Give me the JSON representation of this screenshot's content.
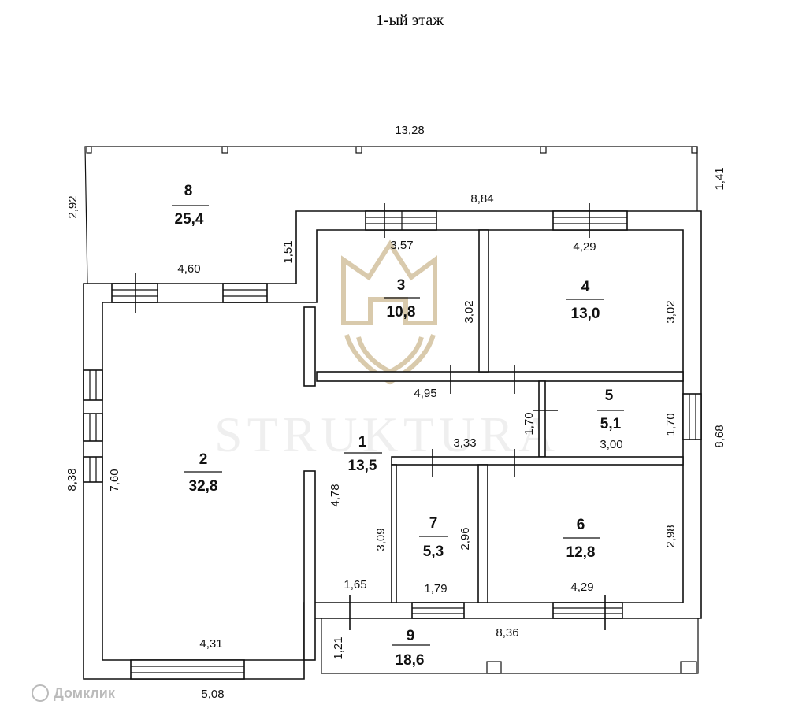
{
  "title": "1-ый этаж",
  "watermark": "STRUKTURA",
  "footer_brand": "Домклик",
  "colors": {
    "line": "#111111",
    "logo": "#c9b48a"
  },
  "rooms": [
    {
      "number": "1",
      "area": "13,5"
    },
    {
      "number": "2",
      "area": "32,8"
    },
    {
      "number": "3",
      "area": "10,8"
    },
    {
      "number": "4",
      "area": "13,0"
    },
    {
      "number": "5",
      "area": "5,1"
    },
    {
      "number": "6",
      "area": "12,8"
    },
    {
      "number": "7",
      "area": "5,3"
    },
    {
      "number": "8",
      "area": "25,4"
    },
    {
      "number": "9",
      "area": "18,6"
    }
  ],
  "dimensions": {
    "top_total": "13,28",
    "terrace8_left": "2,92",
    "terrace8_right": "1,41",
    "terrace8_bottom": "4,60",
    "terrace8_step": "1,51",
    "upper_width": "8,84",
    "room3_width": "3,57",
    "room3_height": "3,02",
    "room4_width": "4,29",
    "room4_height": "3,02",
    "hall_width": "4,95",
    "hall_height": "1,70",
    "room5_height": "1,70",
    "room5_width": "3,00",
    "hall_lower": "3,33",
    "right_total": "8,68",
    "left_total": "8,38",
    "room2_height": "7,60",
    "room2_width": "4,31",
    "bottom_total": "5,08",
    "hall_side": "4,78",
    "hall_side2": "3,09",
    "hall_bottom": "1,65",
    "room7_height": "2,96",
    "room7_width": "1,79",
    "room6_height": "2,98",
    "room6_width": "4,29",
    "terrace9_width": "8,36",
    "terrace9_height": "1,21"
  }
}
